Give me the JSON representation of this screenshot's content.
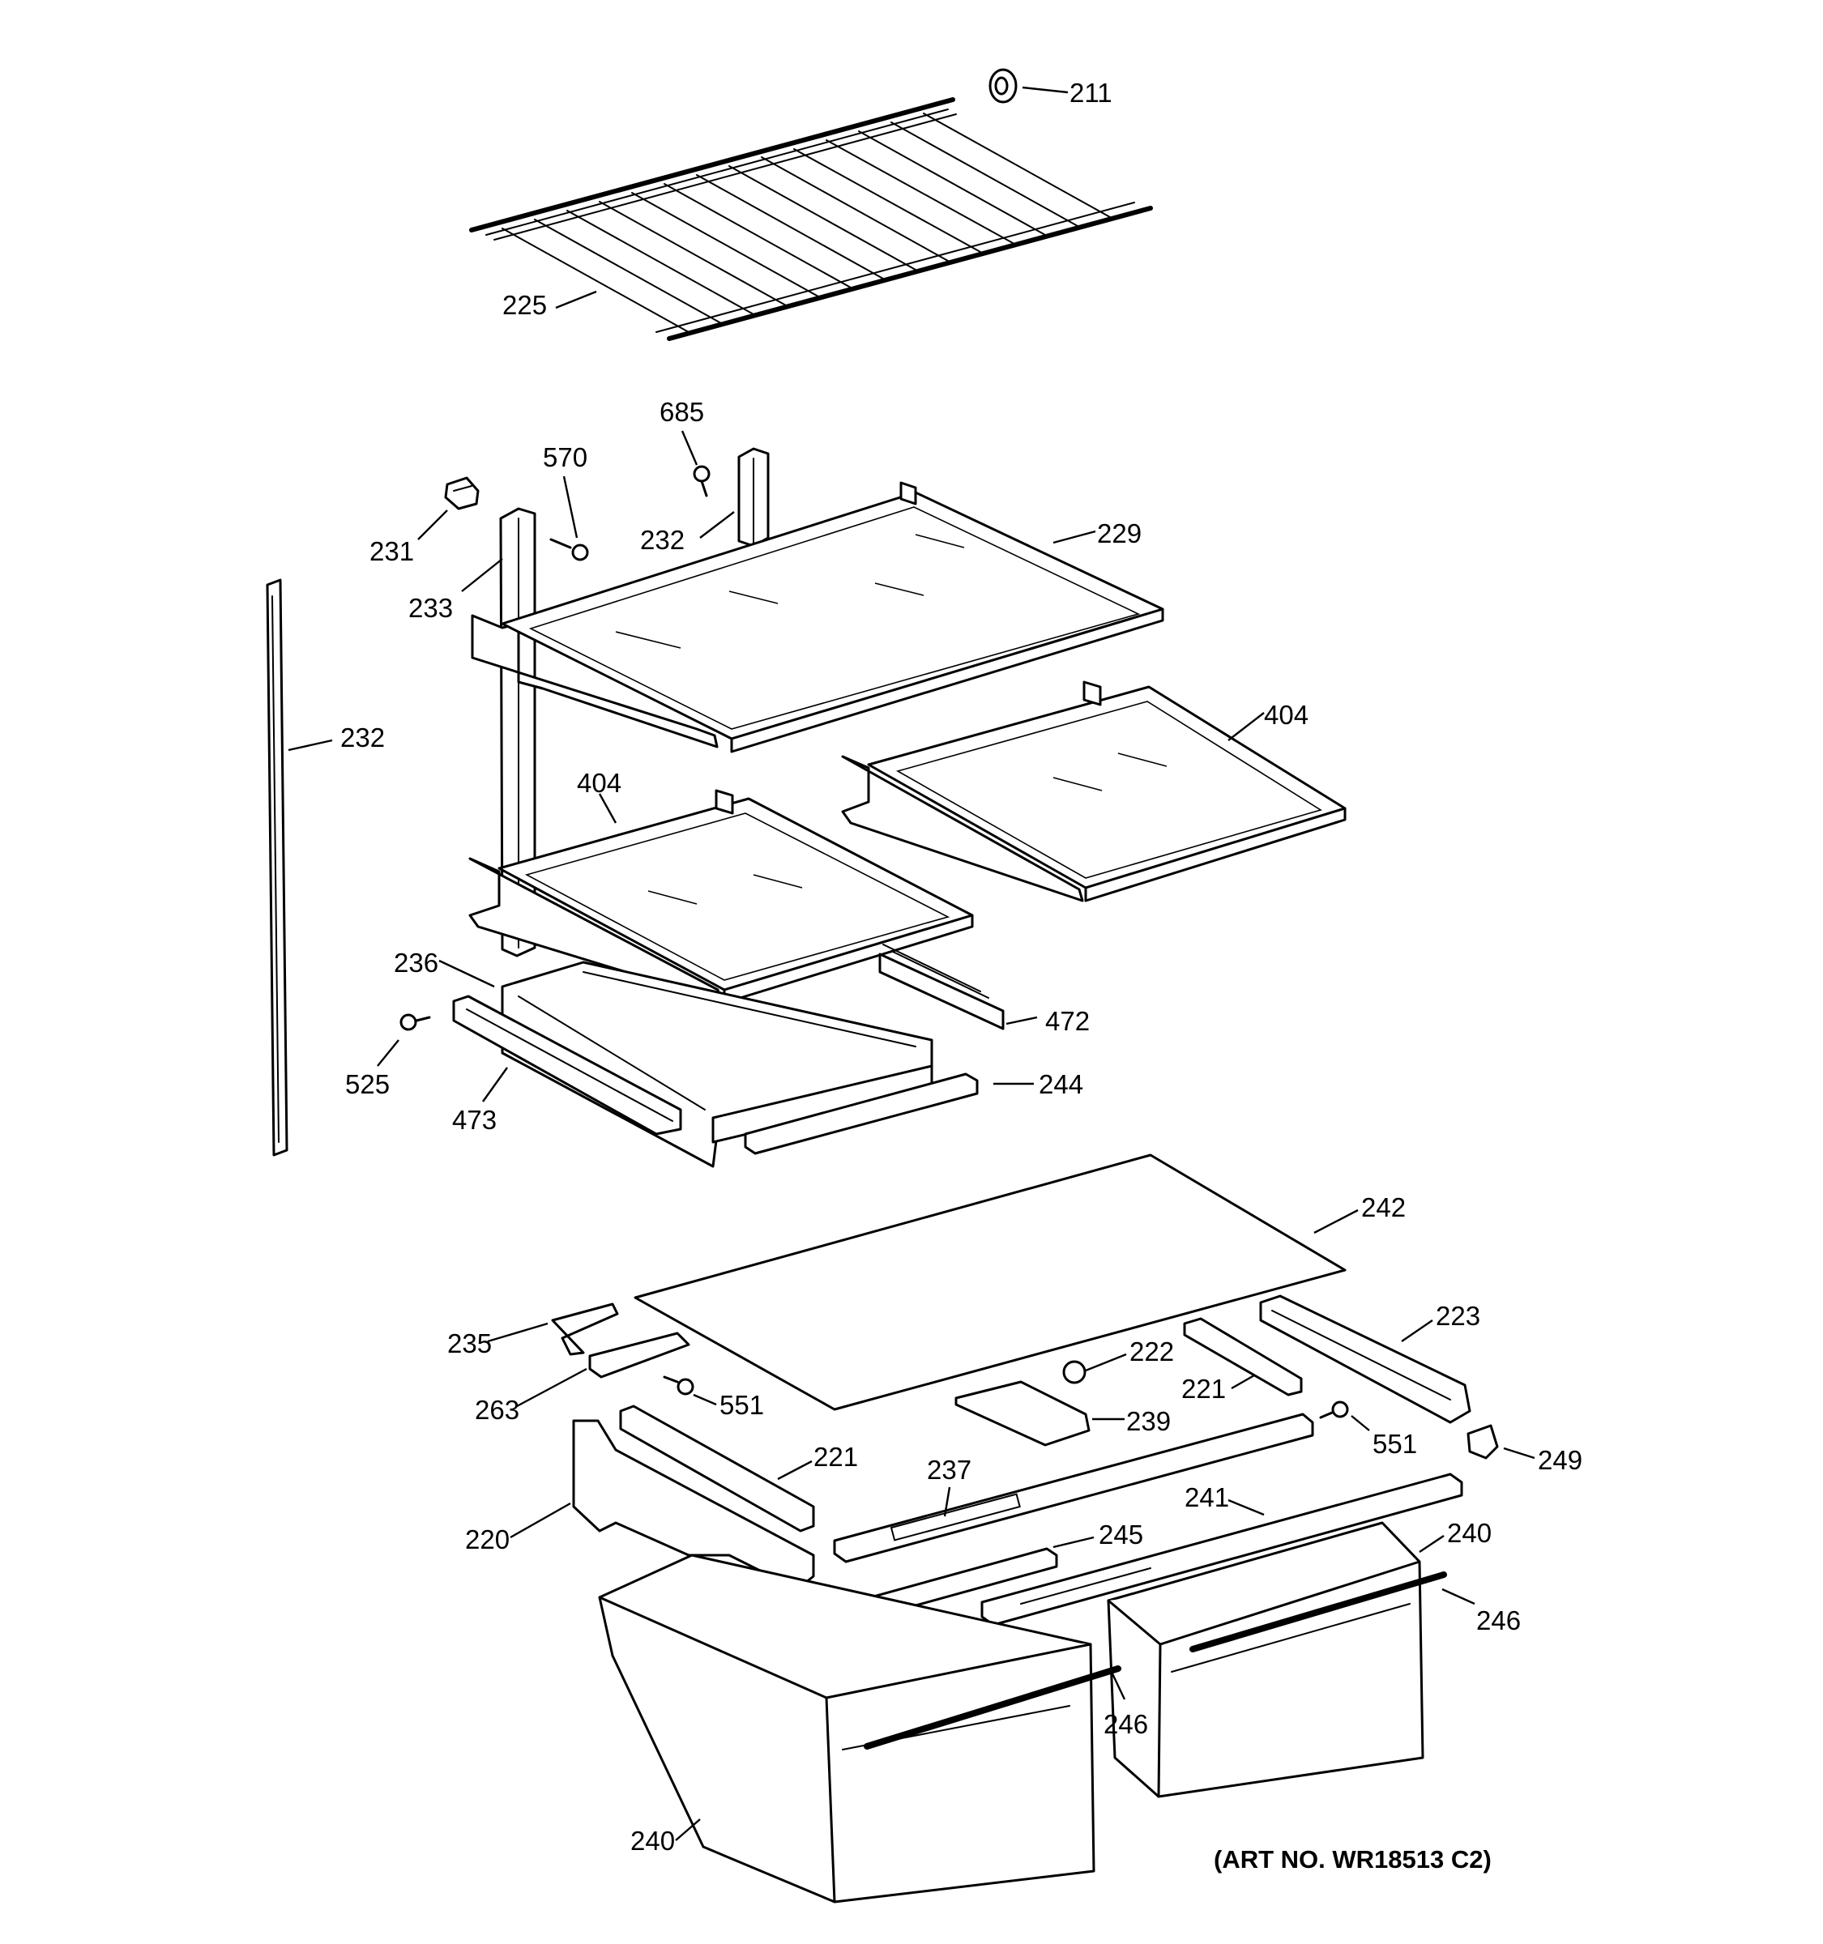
{
  "diagram": {
    "art_number": "(ART NO. WR18513 C2)",
    "callouts": {
      "c211": "211",
      "c225": "225",
      "c685": "685",
      "c570": "570",
      "c231": "231",
      "c232_upper": "232",
      "c229": "229",
      "c233": "233",
      "c232_left": "232",
      "c404_right": "404",
      "c404_left": "404",
      "c236": "236",
      "c472": "472",
      "c525": "525",
      "c473": "473",
      "c244": "244",
      "c242": "242",
      "c223": "223",
      "c235": "235",
      "c222": "222",
      "c263": "263",
      "c551_left": "551",
      "c221_right": "221",
      "c239": "239",
      "c551_right": "551",
      "c249": "249",
      "c221_left": "221",
      "c237": "237",
      "c241": "241",
      "c220": "220",
      "c245": "245",
      "c240_right": "240",
      "c246_right": "246",
      "c246_left": "246",
      "c240_left": "240"
    }
  }
}
